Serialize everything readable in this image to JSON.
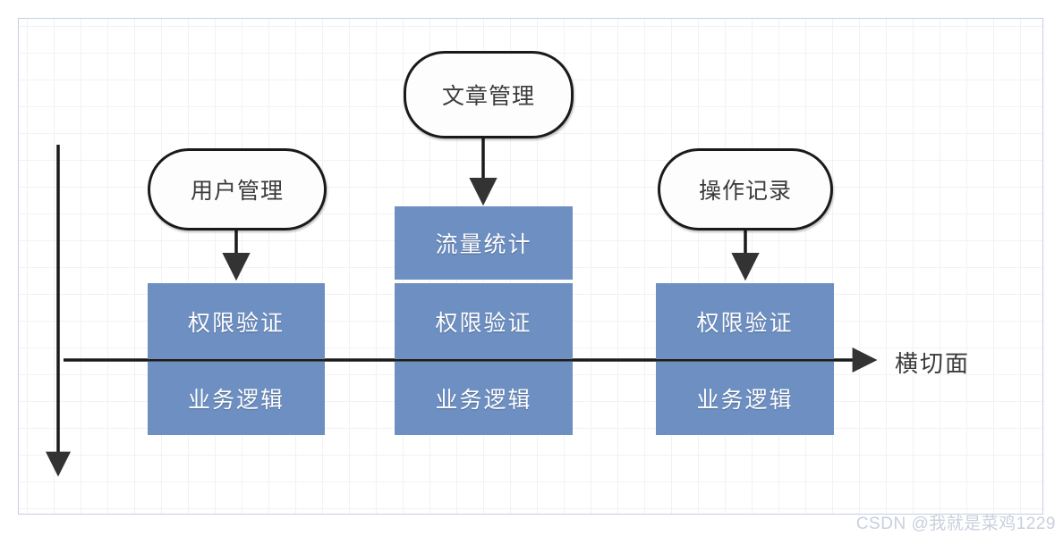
{
  "diagram": {
    "title_text": "",
    "colors": {
      "layer_fill": "#6d8fc2",
      "node_stroke": "#1a1a1a",
      "node_fill": "#fdfdfd",
      "arrow": "#333333",
      "canvas_border": "#c3cfe2",
      "grid_line": "#f2f2f4",
      "watermark": "#c8d0dd"
    },
    "modules": [
      {
        "id": "user-management",
        "label": "用户管理"
      },
      {
        "id": "article-management",
        "label": "文章管理"
      },
      {
        "id": "operation-log",
        "label": "操作记录"
      }
    ],
    "columns": [
      {
        "id": "column-user",
        "module": "用户管理",
        "layers": [
          {
            "id": "auth-left",
            "label": "权限验证"
          },
          {
            "id": "business-left",
            "label": "业务逻辑"
          }
        ]
      },
      {
        "id": "column-article",
        "module": "文章管理",
        "layers": [
          {
            "id": "traffic-mid",
            "label": "流量统计"
          },
          {
            "id": "auth-mid",
            "label": "权限验证"
          },
          {
            "id": "business-mid",
            "label": "业务逻辑"
          }
        ]
      },
      {
        "id": "column-operation",
        "module": "操作记录",
        "layers": [
          {
            "id": "auth-right",
            "label": "权限验证"
          },
          {
            "id": "business-right",
            "label": "业务逻辑"
          }
        ]
      }
    ],
    "annotations": {
      "cross_section_label": "横切面",
      "vertical_axis_label": "",
      "watermark": "CSDN @我就是菜鸡1229"
    },
    "icons": {
      "down_arrow": "down-arrow-icon",
      "right_arrow": "right-arrow-icon"
    }
  }
}
